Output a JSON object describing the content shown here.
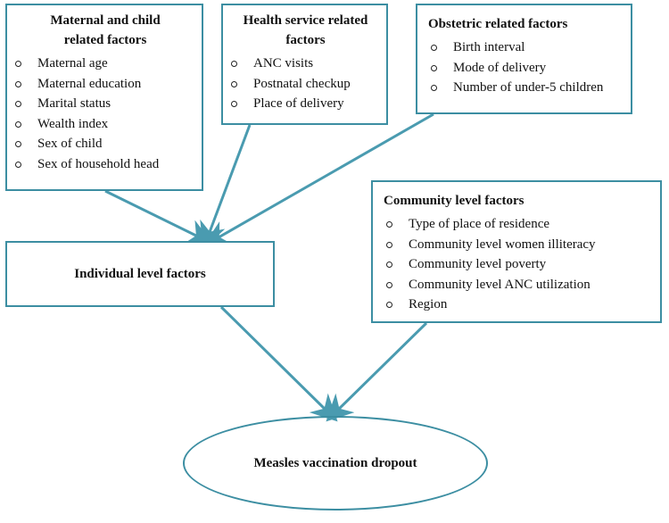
{
  "maternal": {
    "title_line1": "Maternal and child",
    "title_line2": "related factors",
    "items": [
      "Maternal age",
      "Maternal education",
      "Marital status",
      "Wealth index",
      "Sex of child",
      "Sex of household head"
    ]
  },
  "health": {
    "title_line1": "Health service related",
    "title_line2": "factors",
    "items": [
      "ANC visits",
      "Postnatal checkup",
      "Place of delivery"
    ]
  },
  "obstetric": {
    "title": "Obstetric related factors",
    "items": [
      "Birth interval",
      "Mode of delivery",
      "Number of under-5 children"
    ]
  },
  "community": {
    "title": "Community level factors",
    "items": [
      "Type of place of residence",
      "Community level women illiteracy",
      "Community level poverty",
      "Community level ANC utilization",
      "Region"
    ]
  },
  "individual": {
    "title": "Individual level factors"
  },
  "outcome": {
    "title": "Measles vaccination dropout"
  },
  "colors": {
    "border": "#3c8ea2",
    "arrow": "#4a9bb0"
  }
}
